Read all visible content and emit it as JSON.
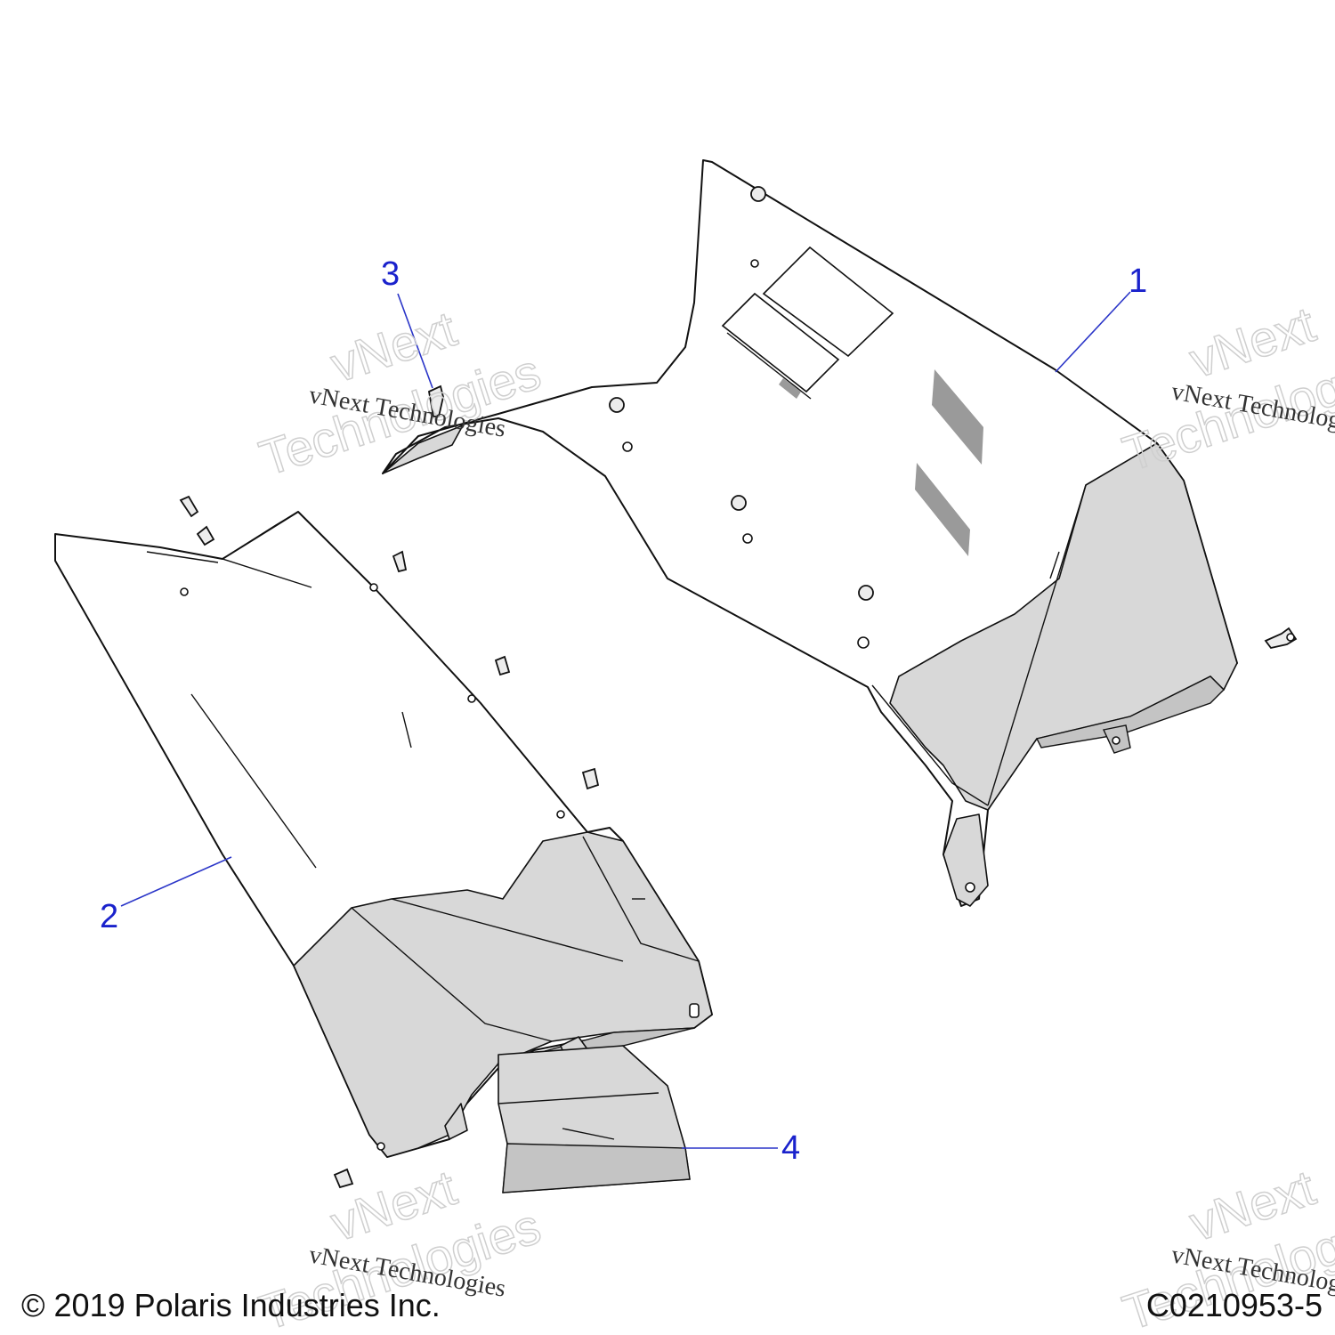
{
  "callouts": [
    {
      "id": "1",
      "label": "1"
    },
    {
      "id": "2",
      "label": "2"
    },
    {
      "id": "3",
      "label": "3"
    },
    {
      "id": "4",
      "label": "4"
    }
  ],
  "watermark": {
    "brand": "vNext Technologies",
    "ghost_line1": "vNext",
    "ghost_line2": "Technologies"
  },
  "footer": {
    "copyright": "© 2019 Polaris Industries Inc.",
    "figure_code": "C0210953-5"
  }
}
